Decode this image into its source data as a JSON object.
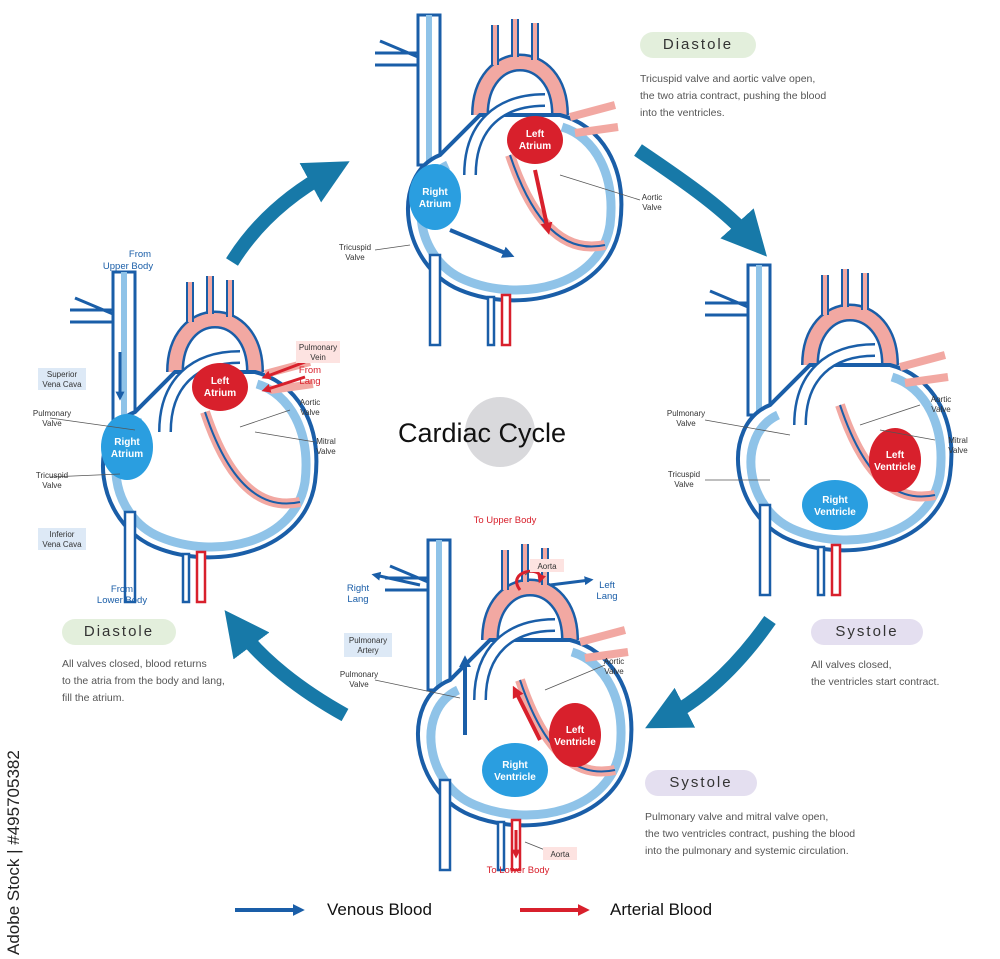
{
  "title": "Cardiac Cycle",
  "colors": {
    "venous": "#1a5ea8",
    "venous_light": "#8fc3e8",
    "arterial": "#d8202c",
    "arterial_light": "#f2a8a2",
    "cycle_arrow": "#1779a8",
    "diastole_pill": "#e3efdc",
    "systole_pill": "#e4dff0"
  },
  "stages": [
    {
      "pill": "Diastole",
      "kind": "diastole",
      "lines": [
        "Tricuspid valve and aortic valve open,",
        "the two atria contract, pushing the blood",
        "into the ventricles."
      ]
    },
    {
      "pill": "Systole",
      "kind": "systole",
      "lines": [
        "All valves closed,",
        "the ventricles start contract."
      ]
    },
    {
      "pill": "Systole",
      "kind": "systole",
      "lines": [
        "Pulmonary valve and mitral valve open,",
        "the two ventricles contract, pushing the blood",
        "into the pulmonary and systemic circulation."
      ]
    },
    {
      "pill": "Diastole",
      "kind": "diastole",
      "lines": [
        "All valves closed, blood returns",
        "to the atria from the body and lang,",
        "fill the atrium."
      ]
    }
  ],
  "hearts": {
    "top": {
      "chambers": {
        "left_atrium": [
          "Left",
          "Atrium"
        ],
        "right_atrium": [
          "Right",
          "Atrium"
        ]
      },
      "labels": {
        "aortic_valve": [
          "Aortic",
          "Valve"
        ],
        "tricuspid_valve": [
          "Tricuspid",
          "Valve"
        ]
      }
    },
    "right": {
      "chambers": {
        "left_ventricle": [
          "Left",
          "Ventricle"
        ],
        "right_ventricle": [
          "Right",
          "Ventricle"
        ]
      },
      "labels": {
        "pulmonary_valve": [
          "Pulmonary",
          "Valve"
        ],
        "tricuspid_valve": [
          "Tricuspid",
          "Valve"
        ],
        "aortic_valve": [
          "Aortic",
          "Valve"
        ],
        "mitral_valve": [
          "Mitral",
          "Valve"
        ]
      }
    },
    "bottom": {
      "chambers": {
        "left_ventricle": [
          "Left",
          "Ventricle"
        ],
        "right_ventricle": [
          "Right",
          "Ventricle"
        ]
      },
      "labels": {
        "to_upper_body": "To Upper Body",
        "to_lower_body": "To Lower Body",
        "aorta_top": "Aorta",
        "aorta_bottom": "Aorta",
        "right_lang": [
          "Right",
          "Lang"
        ],
        "left_lang": [
          "Left",
          "Lang"
        ],
        "pulmonary_artery": [
          "Pulmonary",
          "Artery"
        ],
        "pulmonary_valve": [
          "Pulmonary",
          "Valve"
        ],
        "aortic_valve": [
          "Aortic",
          "Valve"
        ]
      }
    },
    "left": {
      "chambers": {
        "left_atrium": [
          "Left",
          "Atrium"
        ],
        "right_atrium": [
          "Right",
          "Atrium"
        ]
      },
      "labels": {
        "from_upper_body": [
          "From",
          "Upper Body"
        ],
        "from_lower_body": [
          "From",
          "Lower Body"
        ],
        "superior_vena_cava": [
          "Superior",
          "Vena Cava"
        ],
        "inferior_vena_cava": [
          "Inferior",
          "Vena Cava"
        ],
        "pulmonary_vein": [
          "Pulmonary",
          "Vein"
        ],
        "from_lang": [
          "From",
          "Lang"
        ],
        "pulmonary_valve": [
          "Pulmonary",
          "Valve"
        ],
        "tricuspid_valve": [
          "Tricuspid",
          "Valve"
        ],
        "aortic_valve": [
          "Aortic",
          "Valve"
        ],
        "mitral_valve": [
          "Mitral",
          "Valve"
        ]
      }
    }
  },
  "legend": {
    "venous": "Venous Blood",
    "arterial": "Arterial Blood"
  },
  "watermark": "Adobe Stock | #495705382"
}
